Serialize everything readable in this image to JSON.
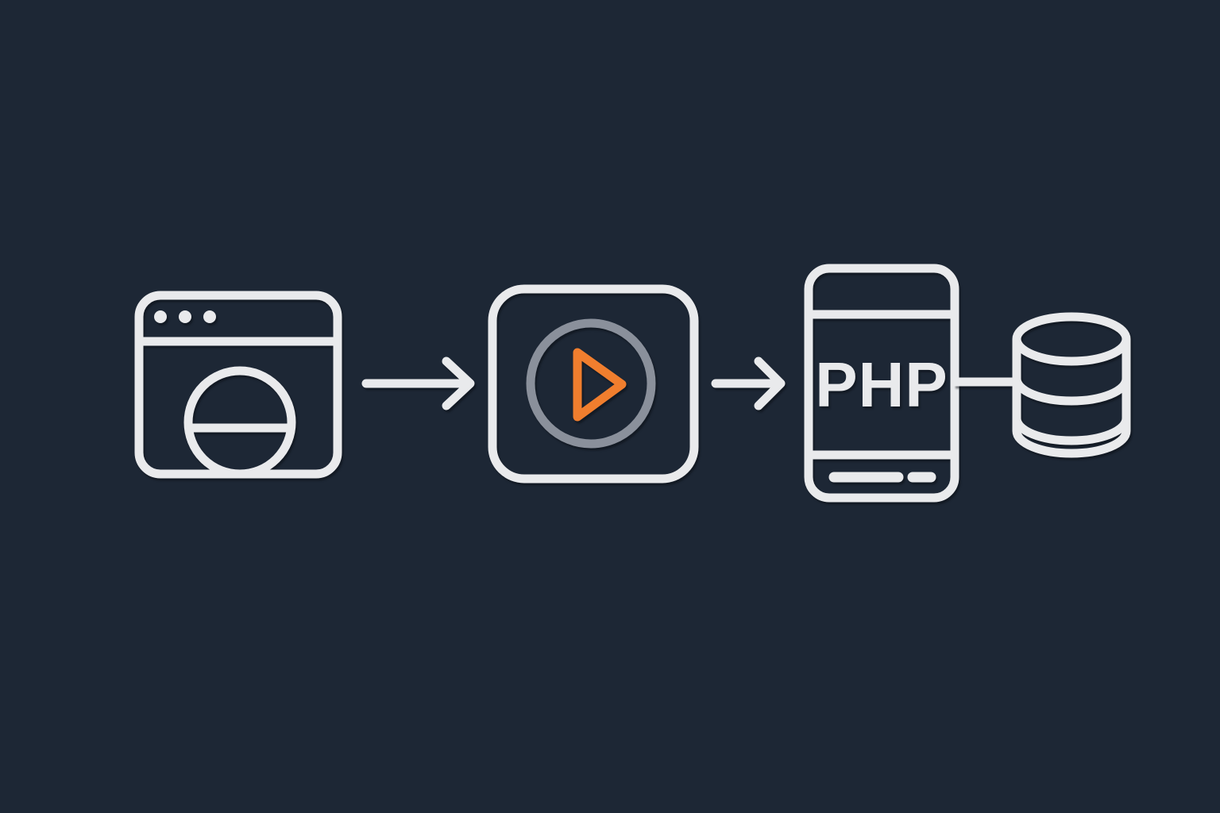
{
  "diagram": {
    "description": "Flow diagram: web browser sends request to video player app, which talks to a PHP server connected to a database",
    "colors": {
      "bg": "#1d2735",
      "line": "#e9eaec",
      "muted": "#8a909b",
      "accent": "#f07e2e"
    },
    "nodes": [
      {
        "name": "web-browser",
        "icon": "browser-window-icon",
        "label": ""
      },
      {
        "name": "video-player",
        "icon": "play-button-icon",
        "label": ""
      },
      {
        "name": "php-server",
        "icon": "php-device-icon",
        "label": "PHP"
      },
      {
        "name": "database",
        "icon": "database-cylinder-icon",
        "label": ""
      }
    ],
    "connectors": [
      {
        "from": "web-browser",
        "to": "video-player",
        "type": "arrow-right"
      },
      {
        "from": "video-player",
        "to": "php-server",
        "type": "arrow-right"
      },
      {
        "from": "php-server",
        "to": "database",
        "type": "plain-line"
      }
    ]
  }
}
